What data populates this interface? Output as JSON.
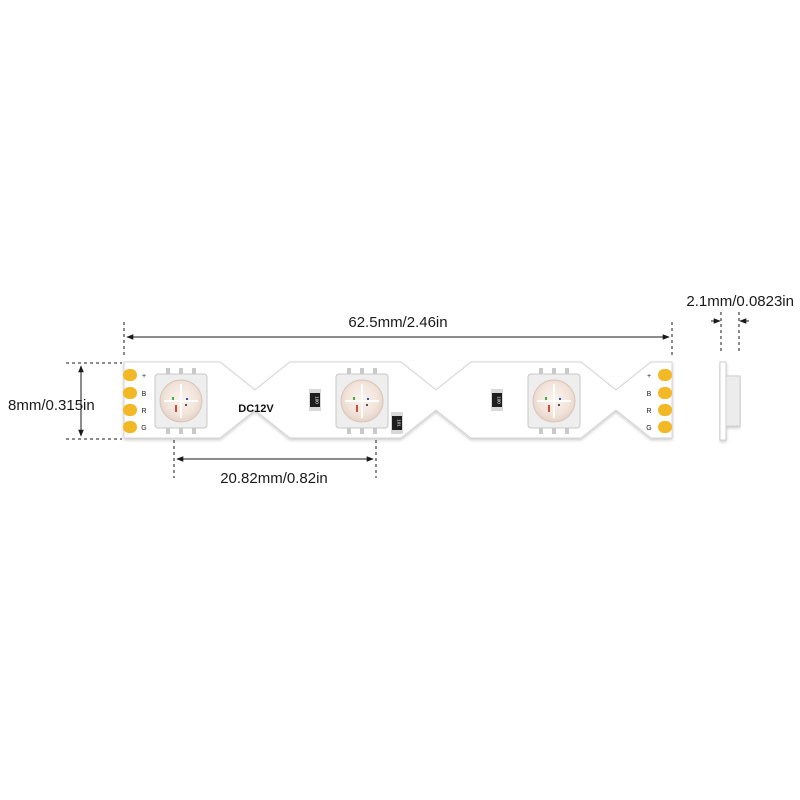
{
  "dimensions": {
    "total_length": "62.5mm/2.46in",
    "width": "8mm/0.315in",
    "pitch": "20.82mm/0.82in",
    "thickness": "2.1mm/0.0823in"
  },
  "voltage_label": "DC12V",
  "pads": {
    "left": [
      "+",
      "B",
      "R",
      "G"
    ],
    "right": [
      "+",
      "B",
      "R",
      "G"
    ]
  },
  "resistor_labels": [
    "100",
    "101",
    "100"
  ],
  "colors": {
    "pcb": "#ffffff",
    "pcb_edge": "#d6d6d6",
    "pad": "#f2b825",
    "led_frame": "#e8e8e8",
    "led_lens": "#f6ece6",
    "dimension_line": "#1a1a1a"
  }
}
